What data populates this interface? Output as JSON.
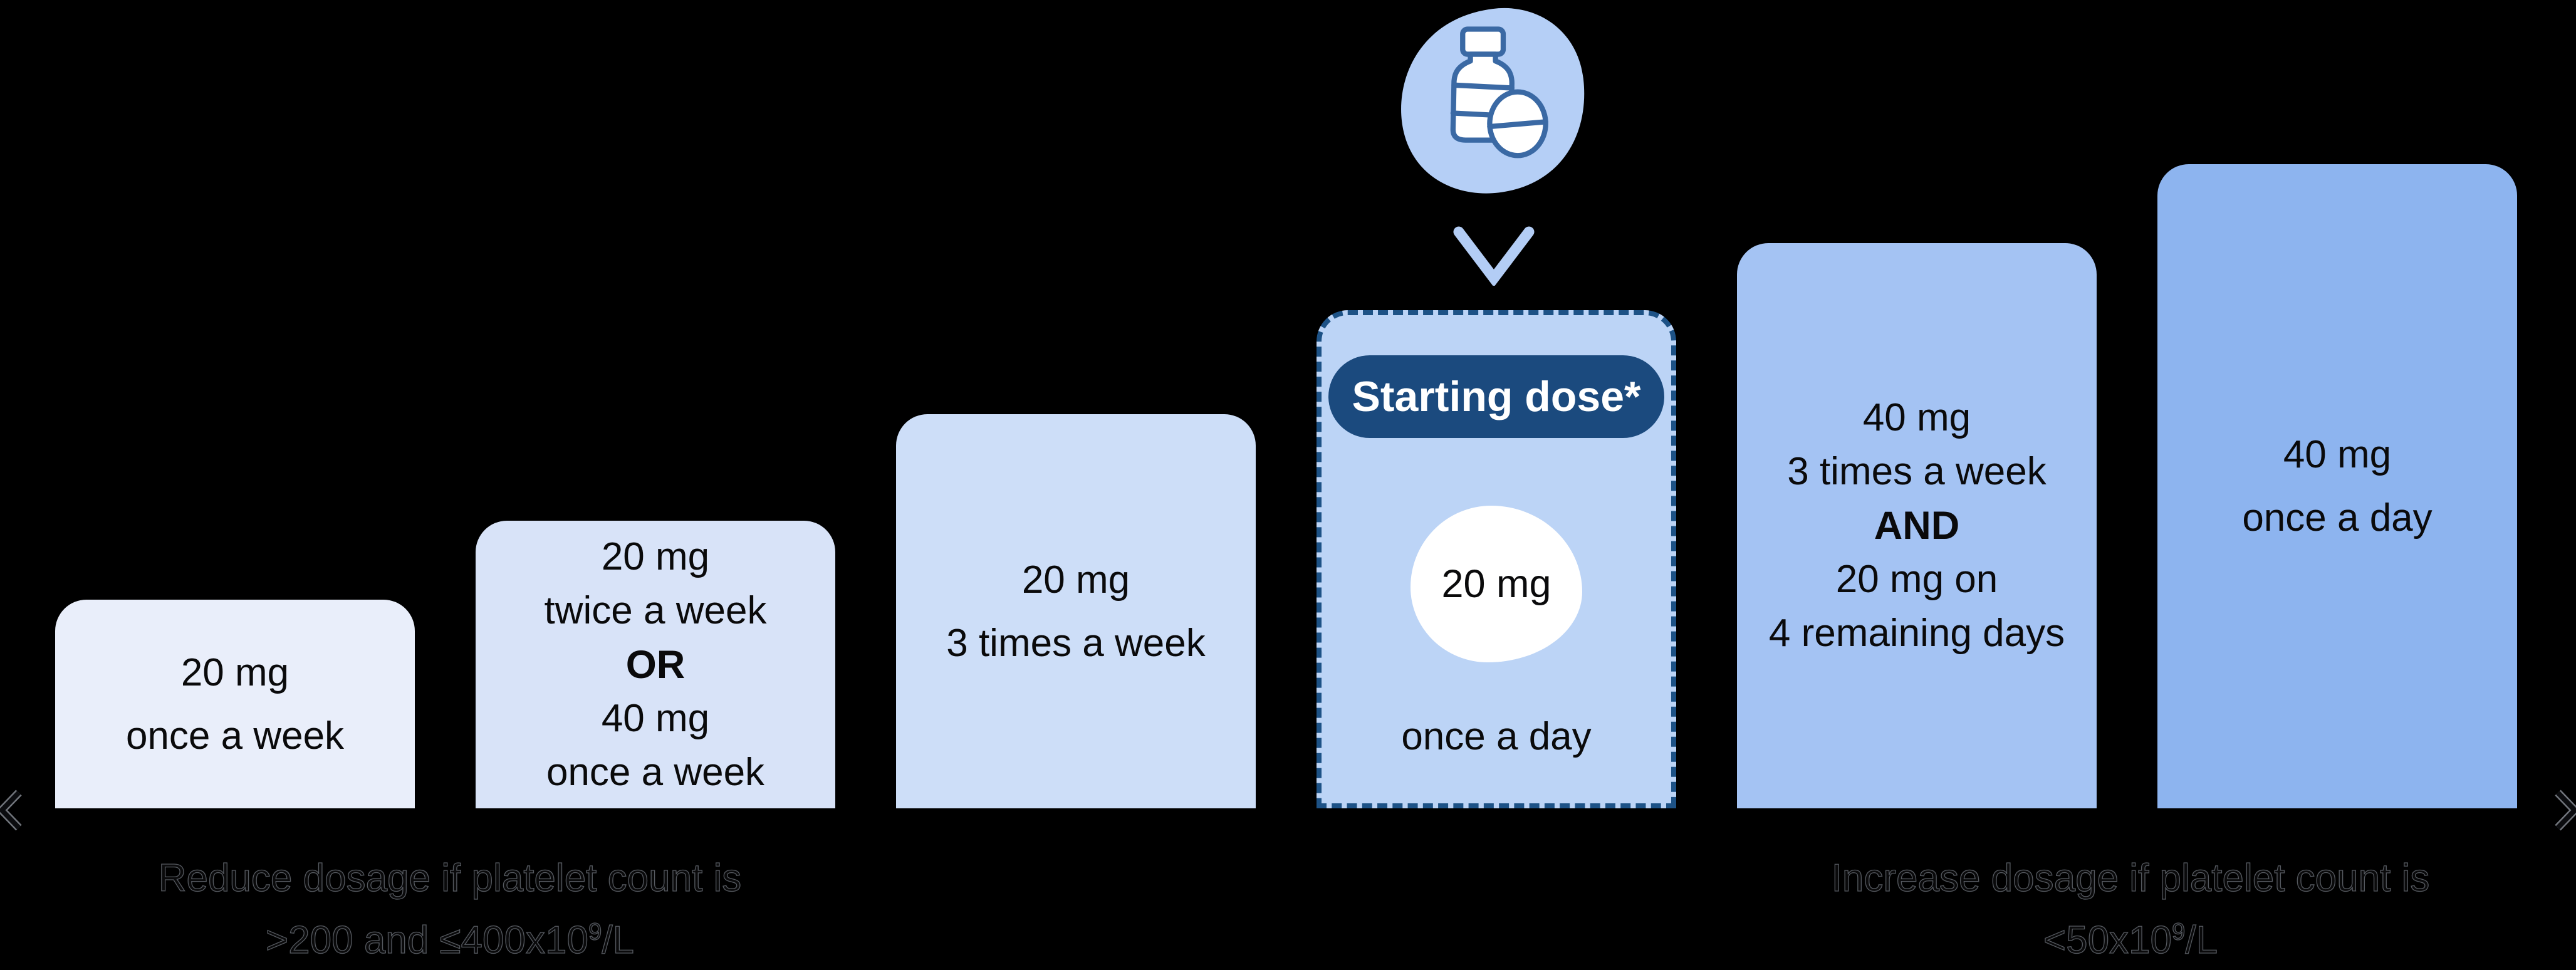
{
  "figure": {
    "icon": {
      "label": "medicine-bottle-and-pill"
    },
    "steps": [
      {
        "lines": [
          "20 mg",
          "once a week"
        ]
      },
      {
        "lines": [
          "20 mg",
          "twice a week",
          "OR",
          "40 mg",
          "once a week"
        ]
      },
      {
        "lines": [
          "20 mg",
          "3 times a week"
        ]
      },
      {
        "badge": "Starting dose*",
        "pill": "20 mg",
        "lines": [
          "once a day"
        ]
      },
      {
        "lines": [
          "40 mg",
          "3 times a week",
          "AND",
          "20 mg on",
          "4 remaining days"
        ]
      },
      {
        "lines": [
          "40 mg",
          "once a day"
        ]
      }
    ],
    "captions": {
      "reduce": {
        "line1": "Reduce dosage if platelet count is",
        "line2_base": ">200 and ≤400x10",
        "line2_sup": "9",
        "line2_unit": "/L"
      },
      "increase": {
        "line1": "Increase dosage if platelet count is",
        "line2_base": "<50x10",
        "line2_sup": "9",
        "line2_unit": "/L"
      }
    },
    "colors": {
      "background": "#000000",
      "step_fills": [
        "#e9eefa",
        "#d8e3f8",
        "#cddef8",
        "#bcd4f6",
        "#a4c3f3",
        "#8db4ef"
      ],
      "badge_bg": "#1b4a7e",
      "badge_text": "#ffffff",
      "dashed_border": "#1d5286",
      "icon_outline": "#3a69a4",
      "icon_blob": "#b5cff6",
      "light_arrow": "#b3cdf5",
      "body_text": "#0a0a0b"
    }
  }
}
